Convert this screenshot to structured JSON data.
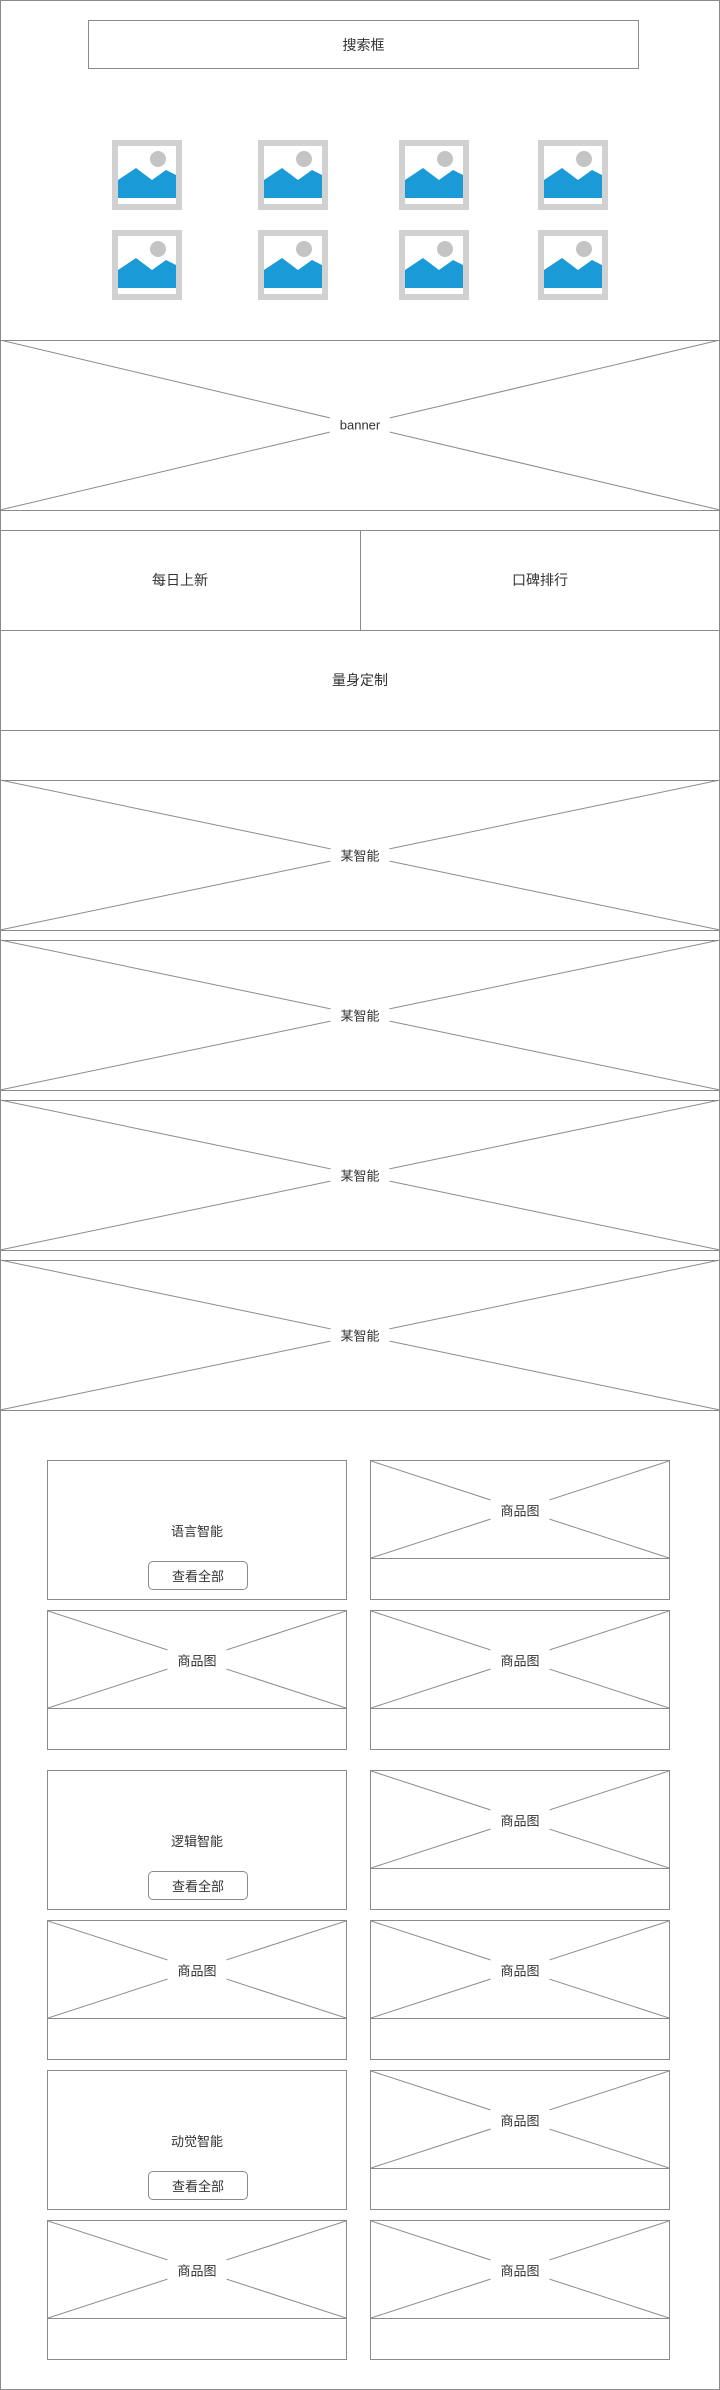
{
  "search": {
    "placeholder": "搜索框"
  },
  "icon_grid": [
    {
      "icon": "image-icon"
    },
    {
      "icon": "image-icon"
    },
    {
      "icon": "image-icon"
    },
    {
      "icon": "image-icon"
    },
    {
      "icon": "image-icon"
    },
    {
      "icon": "image-icon"
    },
    {
      "icon": "image-icon"
    },
    {
      "icon": "image-icon"
    }
  ],
  "banner": {
    "label": "banner"
  },
  "quick_links": {
    "left": "每日上新",
    "right": "口碑排行"
  },
  "custom": {
    "label": "量身定制"
  },
  "features": [
    "某智能",
    "某智能",
    "某智能",
    "某智能"
  ],
  "categories": [
    {
      "title": "语言智能",
      "button": "查看全部",
      "products": [
        "商品图",
        "商品图",
        "商品图"
      ]
    },
    {
      "title": "逻辑智能",
      "button": "查看全部",
      "products": [
        "商品图",
        "商品图",
        "商品图"
      ]
    },
    {
      "title": "动觉智能",
      "button": "查看全部",
      "products": [
        "商品图",
        "商品图",
        "商品图"
      ]
    }
  ],
  "colors": {
    "border": "#8a8a8a",
    "icon_bg": "#d1d1d1",
    "icon_blue": "#1a9ad6",
    "icon_sun": "#c4c4c4"
  }
}
